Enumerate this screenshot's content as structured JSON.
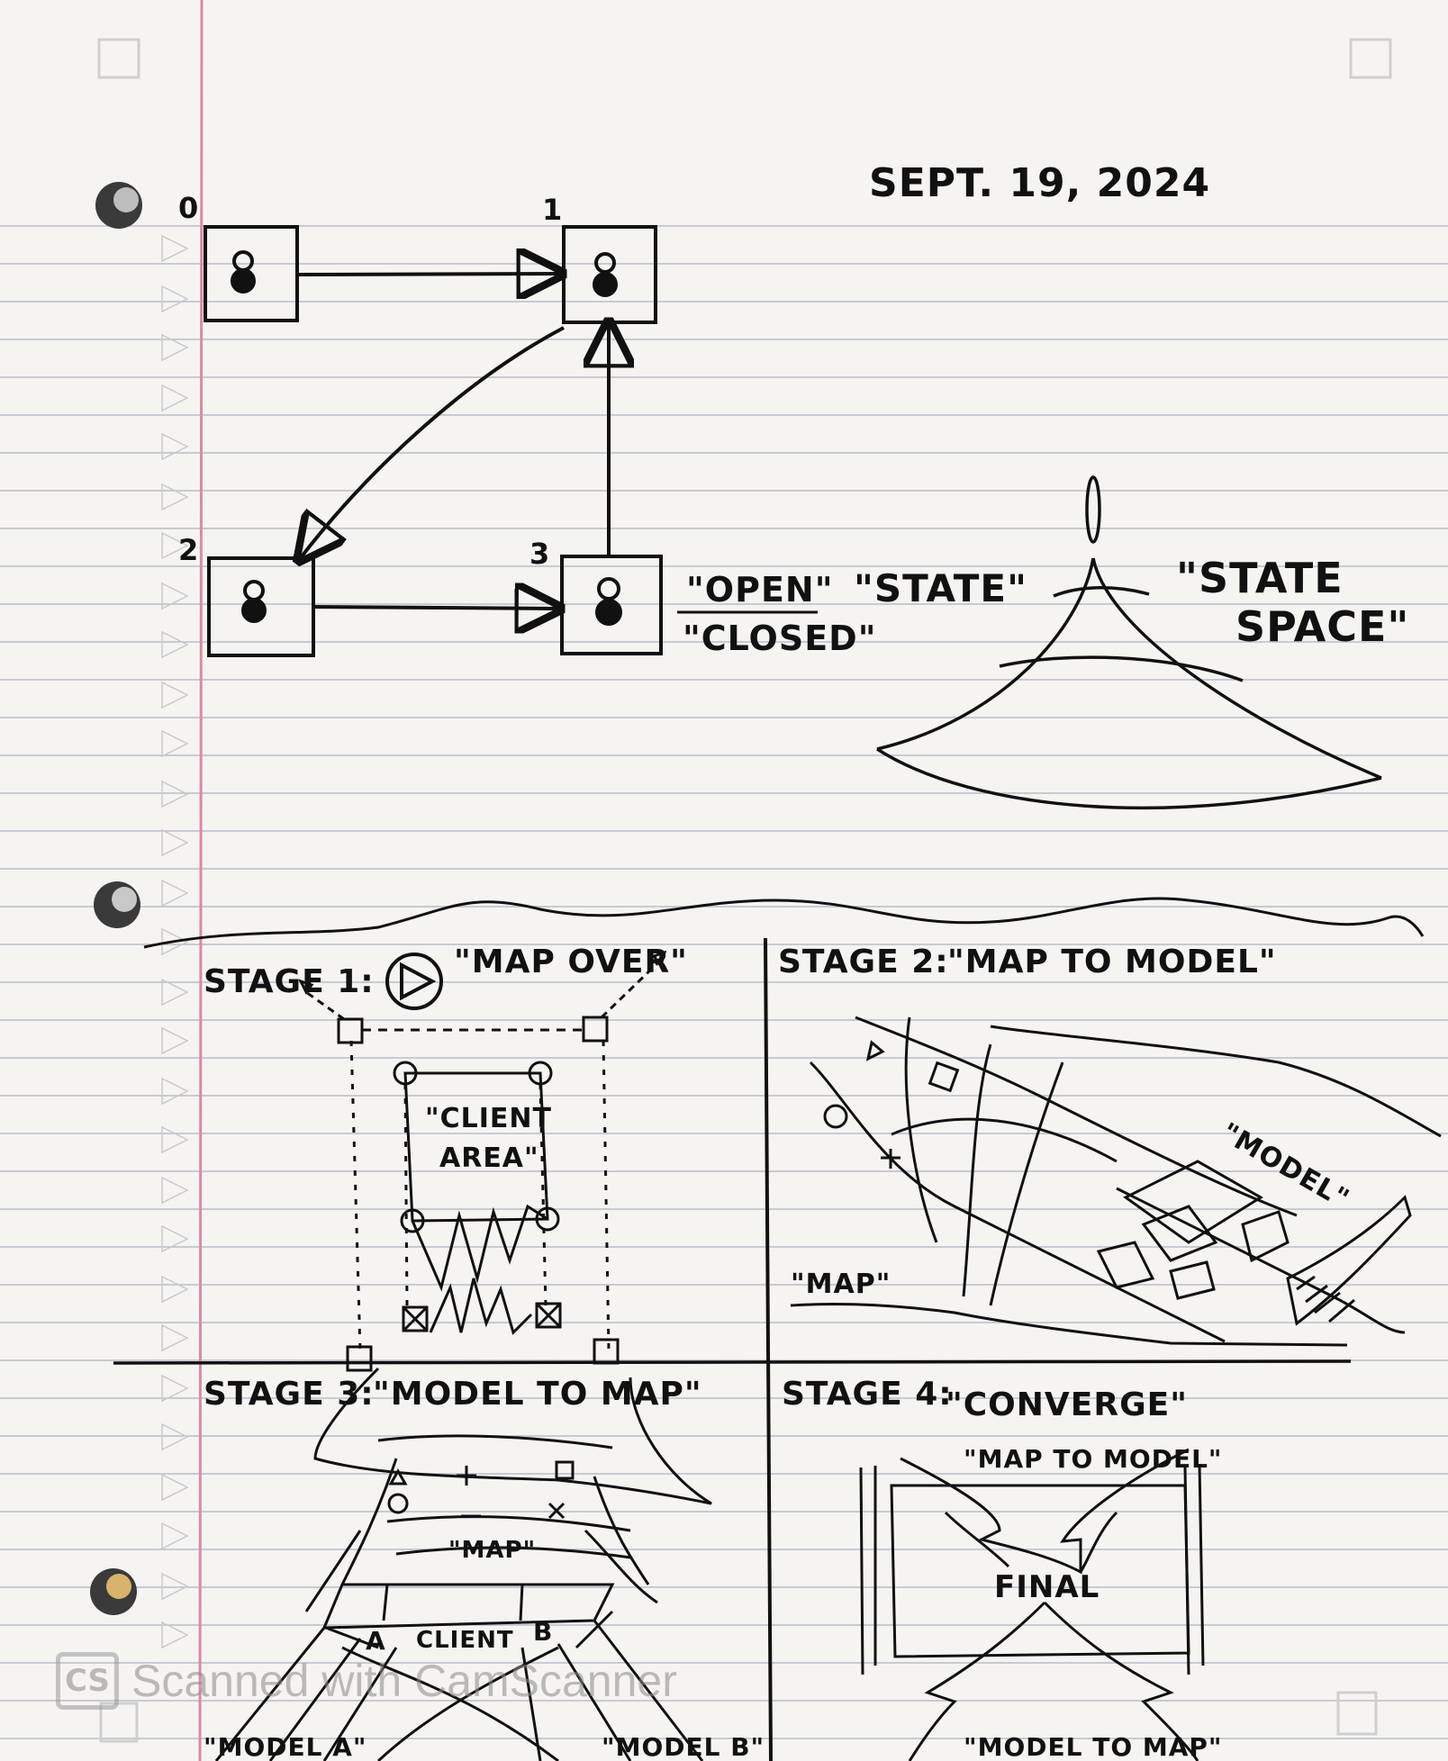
{
  "date": "SEPT. 19, 2024",
  "diagram": {
    "boxes": [
      {
        "id": "0"
      },
      {
        "id": "1"
      },
      {
        "id": "2"
      },
      {
        "id": "3"
      }
    ],
    "open_label": "\"OPEN\"",
    "closed_label": "\"CLOSED\"",
    "state_label": "\"STATE\"",
    "state_space_line1": "\"STATE",
    "state_space_line2": "SPACE\""
  },
  "stages": {
    "stage1": {
      "title": "STAGE 1:",
      "quote": "\"MAP OVER\"",
      "client_line1": "\"CLIENT",
      "client_line2": "AREA\""
    },
    "stage2": {
      "title": "STAGE 2:",
      "quote": "\"MAP TO MODEL\"",
      "model_label": "\"MODEL\"",
      "map_label": "\"MAP\""
    },
    "stage3": {
      "title": "STAGE 3:",
      "quote": "\"MODEL TO MAP\"",
      "map_label": "\"MAP\"",
      "a_label": "A",
      "client_label": "CLIENT",
      "b_label": "B",
      "model_a": "\"MODEL A\"",
      "model_b": "\"MODEL B\""
    },
    "stage4": {
      "title": "STAGE 4:",
      "quote": "\"CONVERGE\"",
      "map_to_model": "\"MAP TO MODEL\"",
      "final_label": "FINAL",
      "model_to_map": "\"MODEL TO MAP\""
    }
  },
  "footer": {
    "logo": "CS",
    "text": "Scanned with CamScanner"
  }
}
